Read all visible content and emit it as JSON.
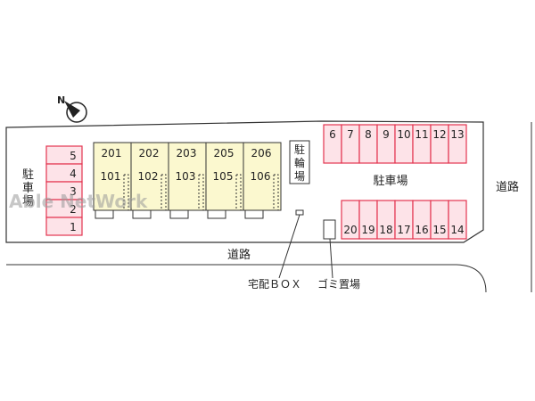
{
  "watermark": "Able NetWork",
  "north_label": "N",
  "site": {
    "left_parking_label": "駐車場",
    "left_parking_spaces": [
      "5",
      "4",
      "3",
      "2",
      "1"
    ],
    "units_upper": [
      "201",
      "202",
      "203",
      "205",
      "206"
    ],
    "units_lower": [
      "101",
      "102",
      "103",
      "105",
      "106"
    ],
    "bicycle_parking_label": "駐輪場",
    "right_parking_label": "駐車場",
    "right_parking_top": [
      "6",
      "7",
      "8",
      "9",
      "10",
      "11",
      "12",
      "13"
    ],
    "right_parking_bottom": [
      "20",
      "19",
      "18",
      "17",
      "16",
      "15",
      "14"
    ]
  },
  "roads": {
    "bottom_label": "道路",
    "right_label": "道路"
  },
  "callouts": {
    "delivery_box": "宅配ＢＯＸ",
    "garbage": "ゴミ置場"
  },
  "colors": {
    "building_fill": "#fbf8cf",
    "parking_fill": "#fde3e8",
    "parking_stroke": "#e3344f",
    "outline": "#333333"
  }
}
